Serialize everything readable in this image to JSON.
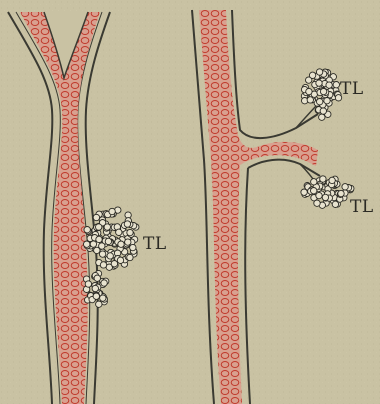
{
  "labels": {
    "left": "TL",
    "right_top": "TL",
    "right_bottom": "TL"
  },
  "colors": {
    "paper": "#c9c2a3",
    "vessel_fill": "#d9a08f",
    "cell_stroke": "#c0392b",
    "wall_stroke": "#3a3a32",
    "cluster_fill": "#e8e3cf",
    "cluster_stroke": "#2b2a24"
  }
}
